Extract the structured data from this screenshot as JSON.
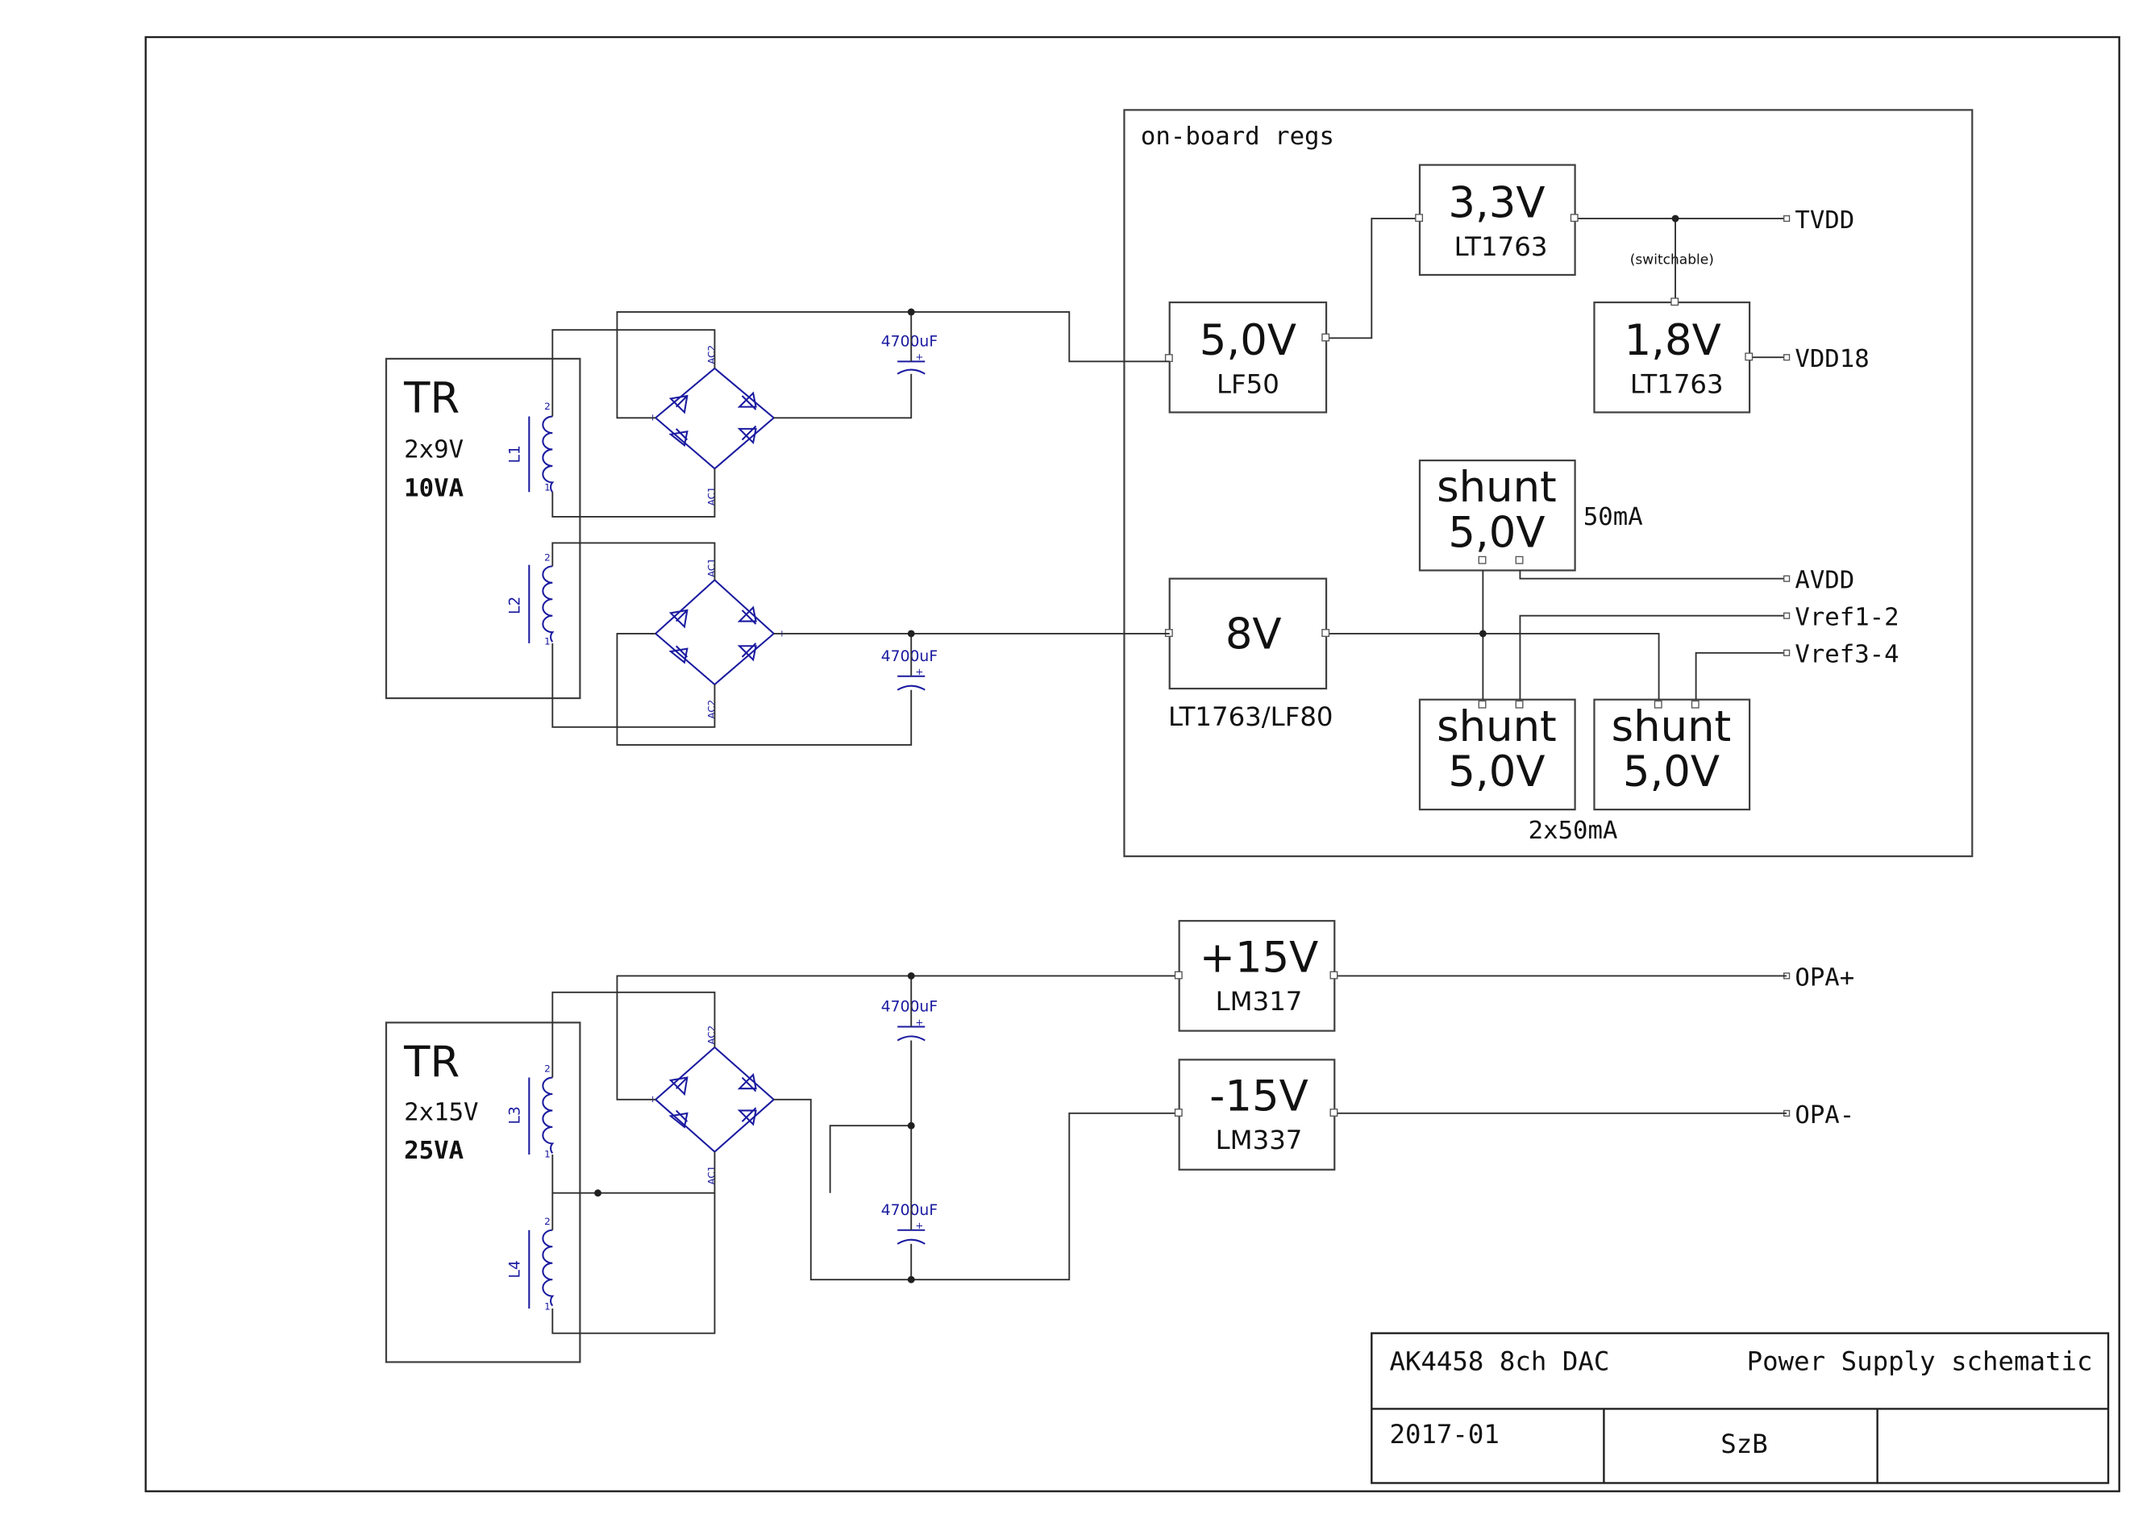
{
  "onboard": {
    "title": "on-board regs"
  },
  "transformers": [
    {
      "name": "TR",
      "spec": "2x9V",
      "power": "10VA"
    },
    {
      "name": "TR",
      "spec": "2x15V",
      "power": "25VA"
    }
  ],
  "inductors": [
    "L1",
    "L2",
    "L3",
    "L4"
  ],
  "capacitor_value": "4700uF",
  "bridge_pins": {
    "ac1": "AC1",
    "ac2": "AC2",
    "plus": "+",
    "minus": "-"
  },
  "coil_pins": {
    "a": "2",
    "b": "1"
  },
  "regulators": {
    "r33": {
      "voltage": "3,3V",
      "part": "LT1763"
    },
    "r50": {
      "voltage": "5,0V",
      "part": "LF50"
    },
    "r18": {
      "voltage": "1,8V",
      "part": "LT1763"
    },
    "r8": {
      "voltage": "8V",
      "part": "LT1763/LF80"
    },
    "rp15": {
      "voltage": "+15V",
      "part": "LM317"
    },
    "rn15": {
      "voltage": "-15V",
      "part": "LM337"
    }
  },
  "shunts": [
    {
      "line1": "shunt",
      "line2": "5,0V"
    },
    {
      "line1": "shunt",
      "line2": "5,0V"
    },
    {
      "line1": "shunt",
      "line2": "5,0V"
    }
  ],
  "notes": {
    "switchable": "(switchable)",
    "current1": "50mA",
    "current2": "2x50mA"
  },
  "nets": {
    "tvdd": "TVDD",
    "vdd18": "VDD18",
    "avdd": "AVDD",
    "vref12": "Vref1-2",
    "vref34": "Vref3-4",
    "opa_plus": "OPA+",
    "opa_minus": "OPA-"
  },
  "titleblock": {
    "project": "AK4458 8ch DAC",
    "sheet": "Power Supply schematic",
    "date": "2017-01",
    "author": "SzB",
    "extra": ""
  }
}
